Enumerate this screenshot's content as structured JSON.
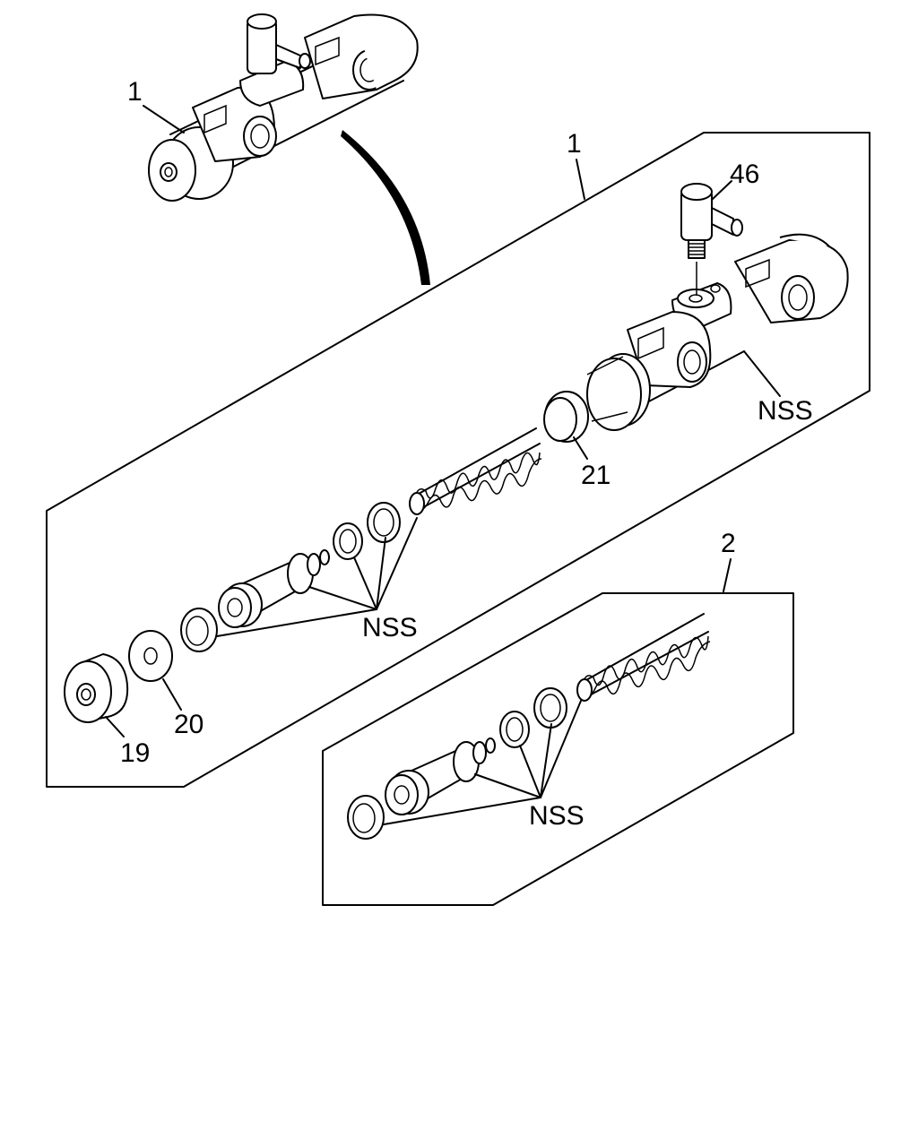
{
  "diagram": {
    "labels": {
      "callout_1_top": "1",
      "callout_1_kit": "1",
      "callout_46": "46",
      "callout_nss_housing": "NSS",
      "callout_21": "21",
      "callout_nss_kit1": "NSS",
      "callout_20": "20",
      "callout_19": "19",
      "callout_2": "2",
      "callout_nss_kit2": "NSS"
    },
    "icons": {
      "assembled_cylinder": "master-cylinder-icon",
      "housing": "cylinder-housing-icon",
      "bleeder": "bleeder-fitting-icon",
      "spring": "coil-spring-icon",
      "piston": "piston-icon",
      "seal": "seal-ring-icon",
      "washer": "washer-icon",
      "cap": "end-cap-icon",
      "arrow": "curved-arrow-icon"
    },
    "line_color": "#000000",
    "background": "#ffffff"
  }
}
